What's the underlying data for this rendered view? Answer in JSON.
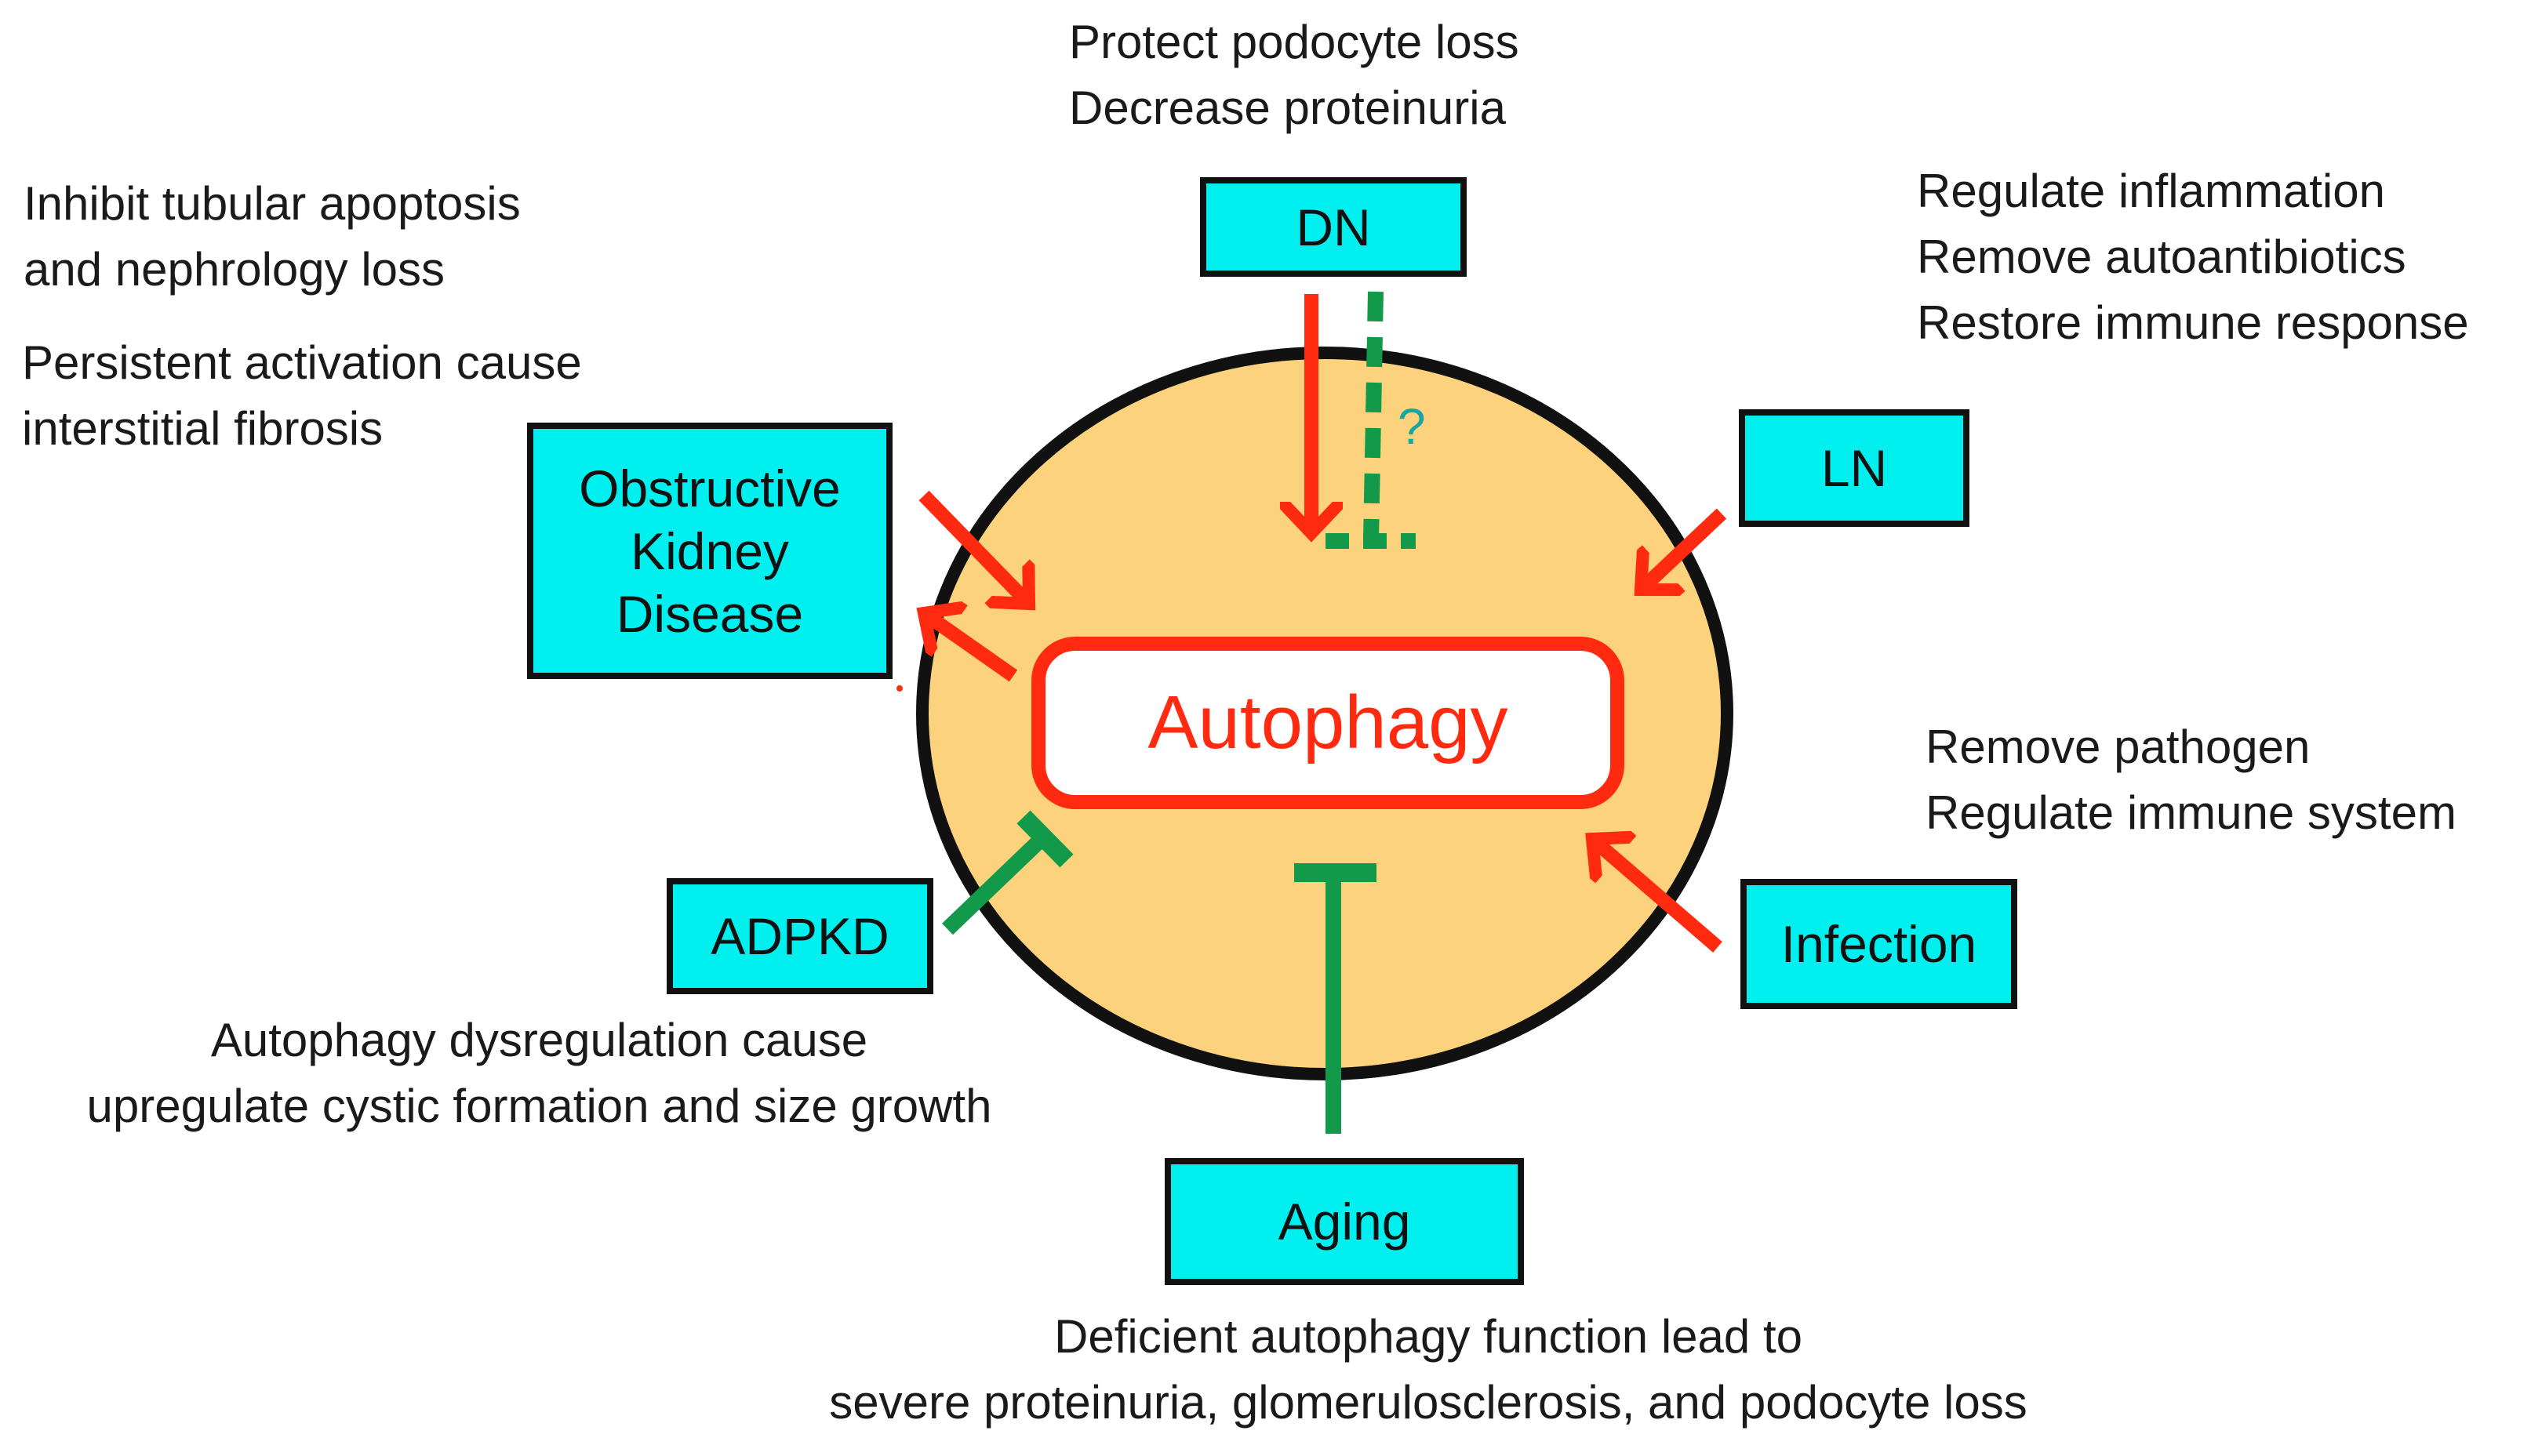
{
  "center": {
    "label": "Autophagy"
  },
  "boxes": {
    "dn": {
      "label": "DN"
    },
    "ln": {
      "label": "LN"
    },
    "okd": {
      "lines": [
        "Obstructive",
        "Kidney",
        "Disease"
      ]
    },
    "adpkd": {
      "label": "ADPKD"
    },
    "infection": {
      "label": "Infection"
    },
    "aging": {
      "label": "Aging"
    }
  },
  "notes": {
    "dn": [
      "Protect podocyte loss",
      "Decrease proteinuria"
    ],
    "ln": [
      "Regulate inflammation",
      "Remove autoantibiotics",
      "Restore immune response"
    ],
    "okd_1": [
      "Inhibit tubular apoptosis",
      "and nephrology loss"
    ],
    "okd_2": [
      "Persistent activation cause",
      "interstitial fibrosis"
    ],
    "infection": [
      "Remove pathogen",
      "Regulate immune system"
    ],
    "adpkd": [
      "Autophagy dysregulation cause",
      "upregulate cystic formation and size growth"
    ],
    "aging": [
      "Deficient autophagy function lead to",
      "severe proteinuria, glomerulosclerosis, and podocyte loss"
    ]
  },
  "dn_unknown_mark": "?",
  "colors": {
    "activate": "#ff2a10",
    "inhibit": "#129a4a",
    "cell_fill": "#fcd27c",
    "box_fill": "#00f0f0",
    "question": "#1aa6a0"
  },
  "relations": [
    {
      "from": "DN",
      "to": "Autophagy",
      "type": "activate"
    },
    {
      "from": "DN",
      "to": "Autophagy",
      "type": "inhibit",
      "style": "dashed",
      "uncertain": true
    },
    {
      "from": "LN",
      "to": "Autophagy",
      "type": "activate"
    },
    {
      "from": "Obstructive Kidney Disease",
      "to": "Autophagy",
      "type": "activate"
    },
    {
      "from": "Autophagy",
      "to": "Obstructive Kidney Disease",
      "type": "activate"
    },
    {
      "from": "ADPKD",
      "to": "Autophagy",
      "type": "inhibit"
    },
    {
      "from": "Infection",
      "to": "Autophagy",
      "type": "activate"
    },
    {
      "from": "Aging",
      "to": "Autophagy",
      "type": "inhibit"
    }
  ]
}
